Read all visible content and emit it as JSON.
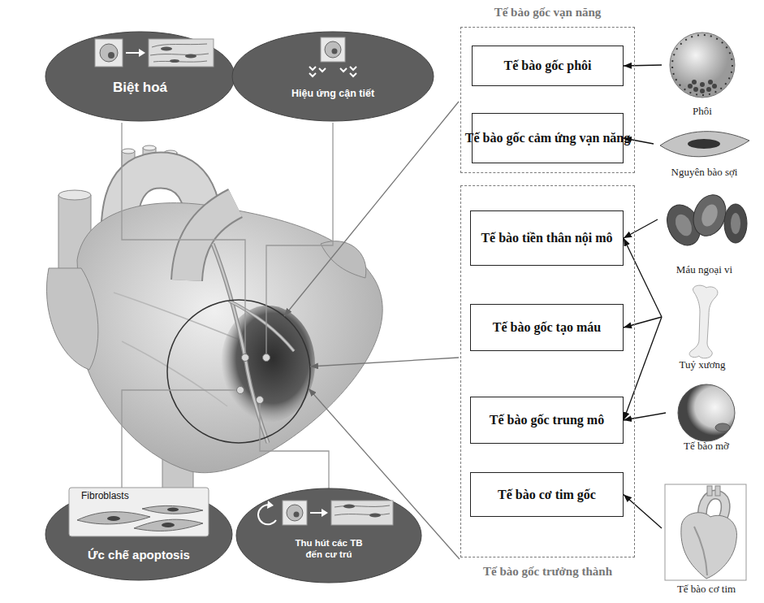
{
  "diagram": {
    "nodes": [
      {
        "text": [
          "Biệt hoá"
        ]
      },
      {
        "text": [
          "Hiệu ứng cận tiết"
        ]
      },
      {
        "text": [
          "Tế bào gốc vạn năng"
        ]
      },
      {
        "text": [
          "Tế bào gốc phôi"
        ],
        "in": 2
      },
      {
        "text": [
          "Tế bào gốc cảm ứng vạn năng"
        ],
        "in": 2
      },
      {
        "text": [
          "Phôi"
        ]
      },
      {
        "text": [
          "Nguyên bào sợi"
        ]
      },
      {
        "text": [
          "Tế bào gốc trưởng thành"
        ]
      },
      {
        "text": [
          "Tế bào tiền thân nội mô"
        ],
        "in": 7
      },
      {
        "text": [
          "Tế bào gốc tạo máu"
        ],
        "in": 7
      },
      {
        "text": [
          "Tế bào gốc trung mô"
        ],
        "in": 7
      },
      {
        "text": [
          "Tế bào cơ tim gốc"
        ],
        "in": 7
      },
      {
        "text": [
          "Máu ngoại vi"
        ]
      },
      {
        "text": [
          "Tuỷ xương"
        ]
      },
      {
        "text": [
          "Tế bào mỡ"
        ]
      },
      {
        "text": [
          "Tế bào cơ tim"
        ]
      },
      {
        "text": [
          "Fibroblasts",
          "Ức chế apoptosis"
        ]
      },
      {
        "text": [
          "Thu hút các TB đến cư trú"
        ]
      }
    ],
    "edges": [
      {
        "from": 5,
        "to": 3,
        "arrow": "to"
      },
      {
        "from": 6,
        "to": 4,
        "arrow": "to"
      },
      {
        "from": 12,
        "to": 8,
        "arrow": "to"
      },
      {
        "from": 13,
        "to": 8,
        "arrow": "to"
      },
      {
        "from": 13,
        "to": 9,
        "arrow": "to"
      },
      {
        "from": 13,
        "to": 10,
        "arrow": "to"
      },
      {
        "from": 14,
        "to": 10,
        "arrow": "to"
      },
      {
        "from": 15,
        "to": 11,
        "arrow": "to"
      }
    ]
  }
}
